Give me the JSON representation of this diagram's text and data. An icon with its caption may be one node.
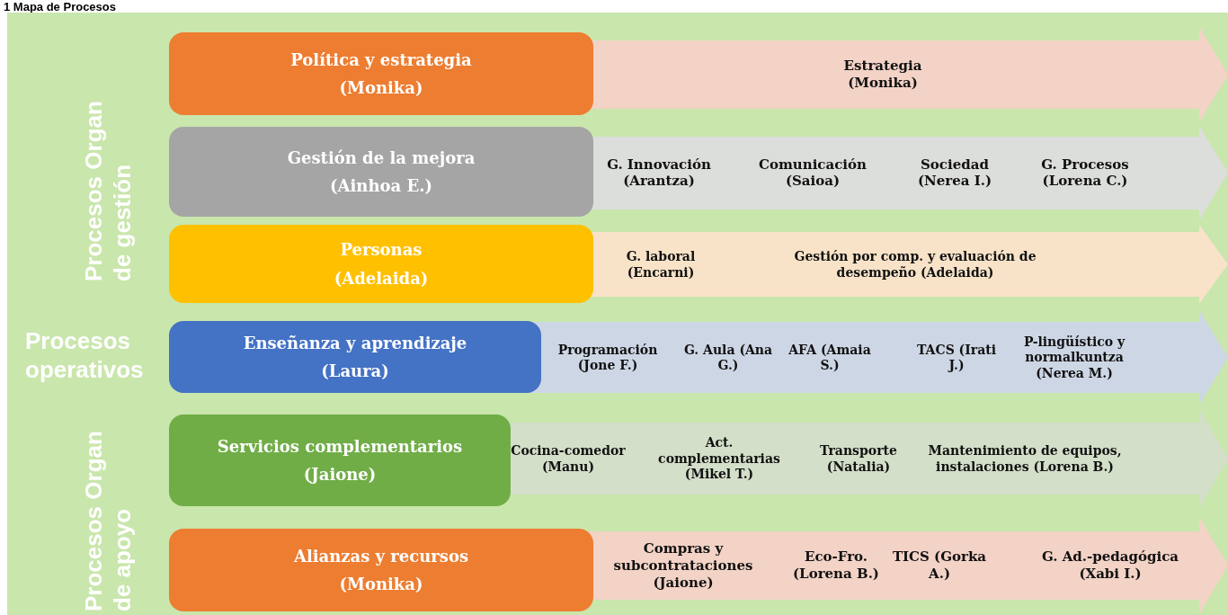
{
  "diagram": {
    "title": "1 Mapa de Procesos",
    "nodes": [
      {
        "text": [
          "Política y estrategia",
          "(Monika)"
        ]
      },
      {
        "text": [
          "Estrategia (Monika)"
        ]
      },
      {
        "text": [
          "Gestión de la mejora",
          "(Ainhoa E.)"
        ]
      },
      {
        "text": [
          "G. Innovación (Arantza)",
          "Comunicación (Saioa)",
          "Sociedad (Nerea I.)",
          "G. Procesos (Lorena C.)"
        ]
      },
      {
        "text": [
          "Personas",
          "(Adelaida)"
        ]
      },
      {
        "text": [
          "G. laboral (Encarni)",
          "Gestión por comp. y evaluación de desempeño (Adelaida)"
        ]
      },
      {
        "text": [
          "Enseñanza y aprendizaje",
          "(Laura)"
        ]
      },
      {
        "text": [
          "Programación (Jone F.)",
          "G. Aula (Ana G.)",
          "AFA (Amaia S.)",
          "TACS (Irati J.)",
          "P-lingüístico y normalkuntza (Nerea M.)"
        ]
      },
      {
        "text": [
          "Servicios complementarios",
          "(Jaione)"
        ]
      },
      {
        "text": [
          "Cocina-comedor (Manu)",
          "Act. complementarias (Mikel T.)",
          "Transporte (Natalia)",
          "Mantenimiento de equipos, instalaciones (Lorena B.)"
        ]
      },
      {
        "text": [
          "Alianzas y recursos",
          "(Monika)"
        ]
      },
      {
        "text": [
          "Compras y subcontrataciones (Jaione)",
          "Eco-Fro. (Lorena B.)",
          "TICS (Gorka A.)",
          "G. Ad.-pedagógica (Xabi I.)"
        ]
      }
    ],
    "labels": [
      "Procesos Organ de gestión",
      "Procesos operativos",
      "Procesos Organ de apoyo"
    ]
  }
}
